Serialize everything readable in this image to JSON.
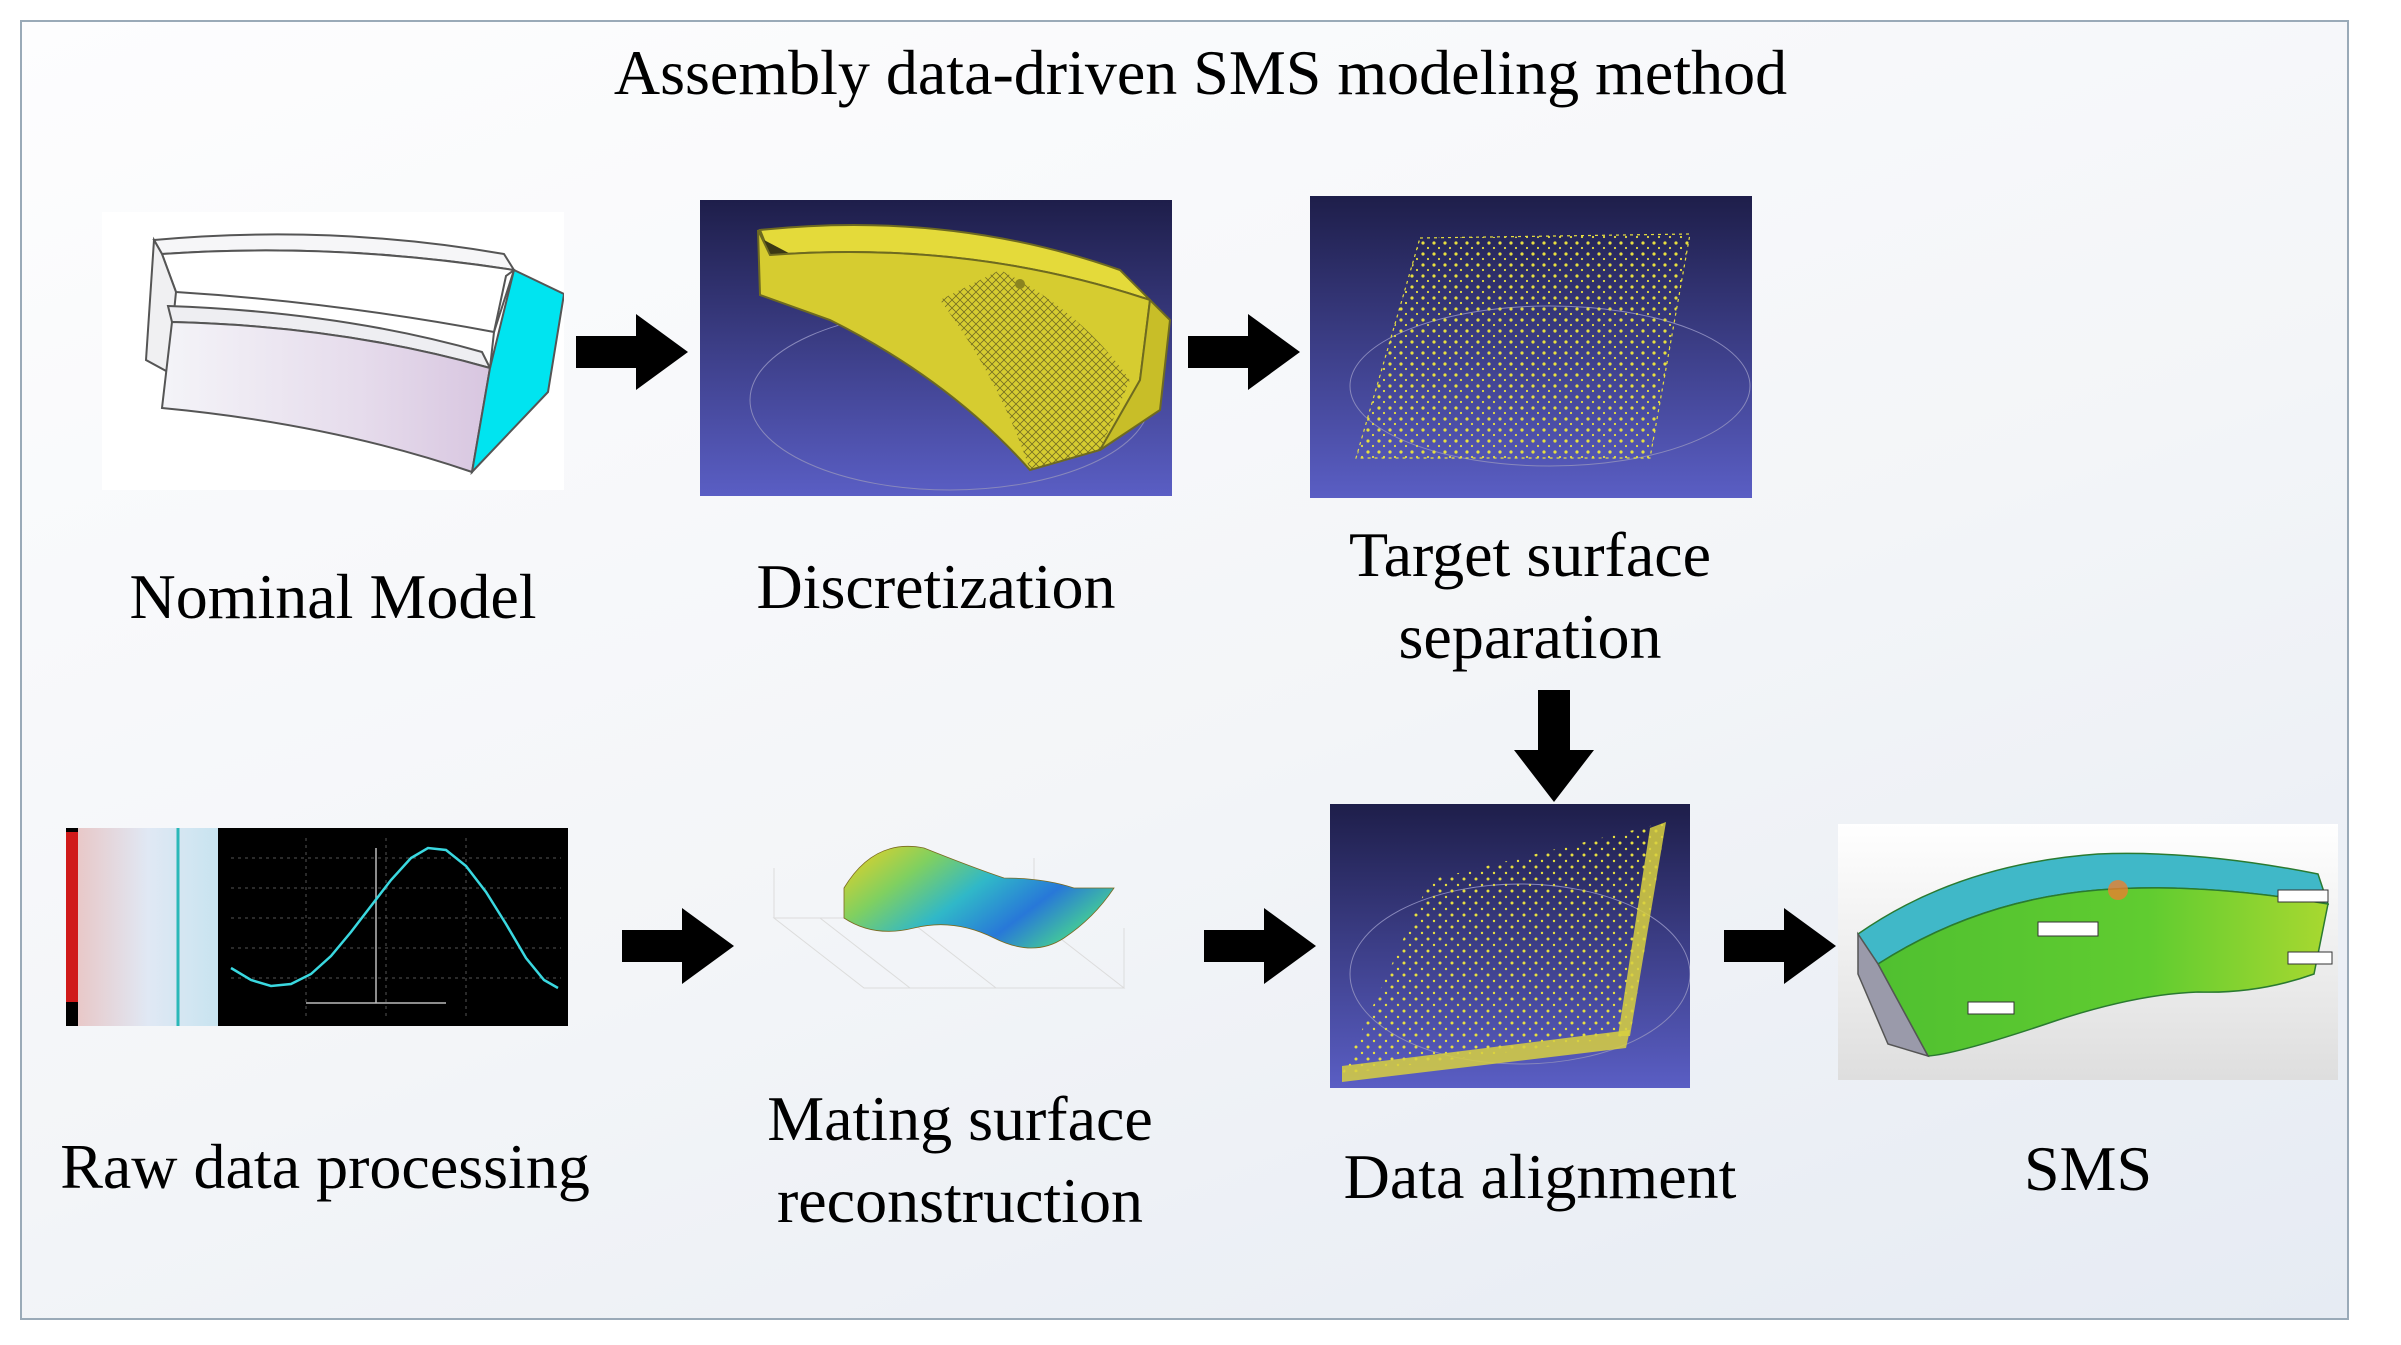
{
  "title": "Assembly data-driven SMS modeling method",
  "steps": {
    "nominal_model": "Nominal Model",
    "discretization": "Discretization",
    "target_surface_separation": [
      "Target surface",
      "separation"
    ],
    "raw_data_processing": "Raw data processing",
    "mating_surface_reconstruction": [
      "Mating surface",
      "reconstruction"
    ],
    "data_alignment": "Data alignment",
    "sms": "SMS"
  },
  "colors": {
    "viewer_bg_top": "#1e1e4a",
    "viewer_bg_bottom": "#5a5ec4",
    "point_cloud": "#e8e040",
    "arrow": "#000000",
    "nominal_face": "#00e4f0"
  },
  "icons": {
    "flow_arrow": "black-block-arrow"
  }
}
